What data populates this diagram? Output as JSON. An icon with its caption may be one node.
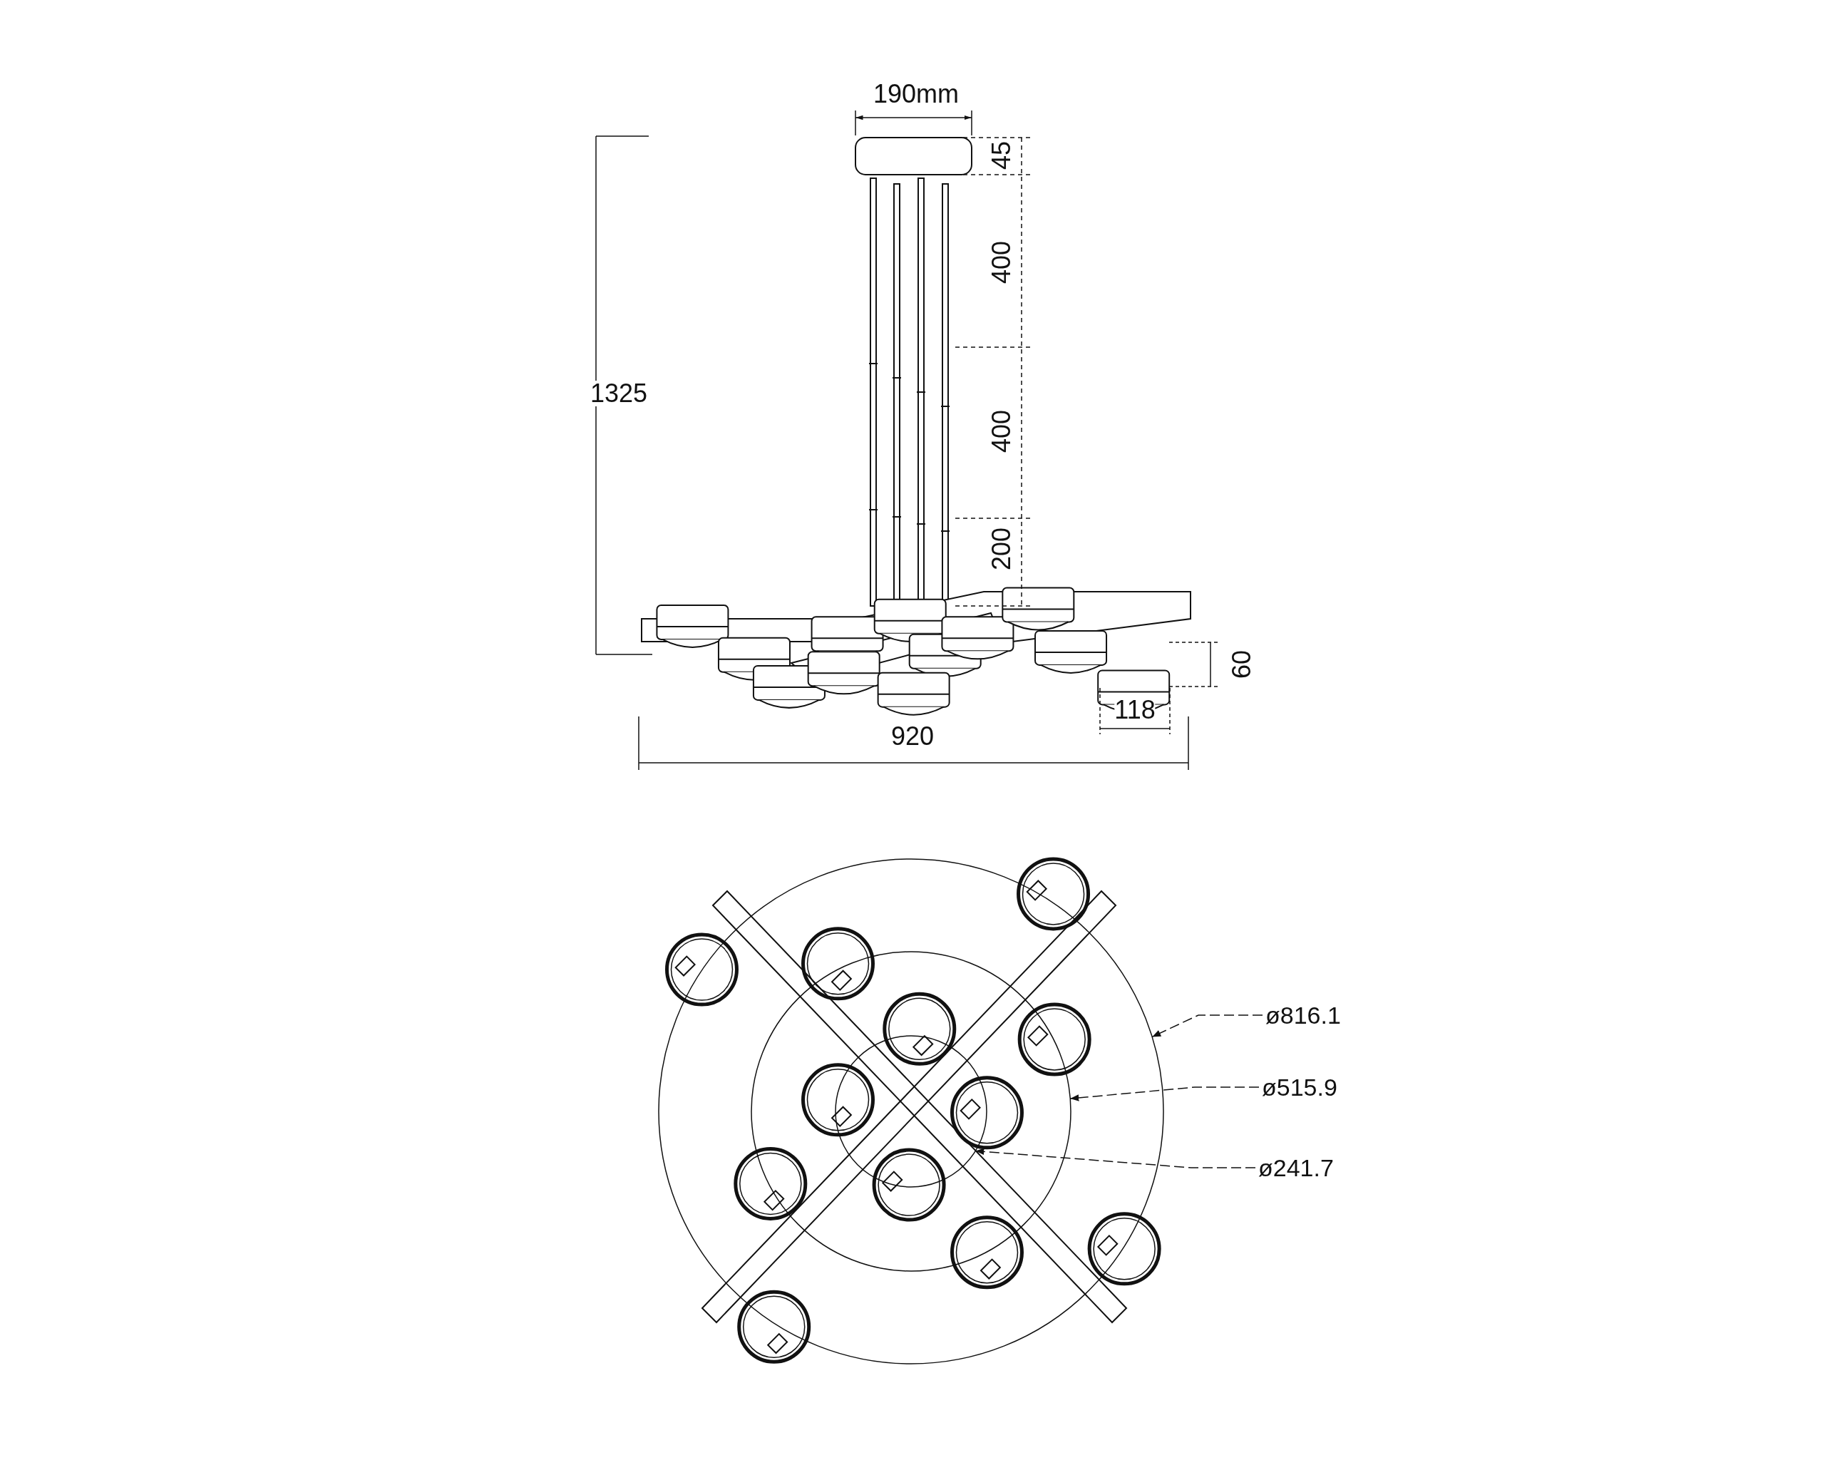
{
  "diagram": {
    "nodes": [
      {
        "text": [
          "ø816.1"
        ]
      },
      {
        "text": [
          "ø515.9"
        ]
      },
      {
        "text": [
          "ø241.7"
        ]
      },
      {
        "text": [],
        "shape": "circle"
      },
      {
        "text": [],
        "shape": "circle",
        "in": 3
      },
      {
        "text": [],
        "shape": "circle",
        "in": 4
      }
    ],
    "edges": [
      {
        "from": 0,
        "to": 3,
        "arrow": "to",
        "style": "dashed"
      },
      {
        "from": 1,
        "to": 4,
        "arrow": "to",
        "style": "dashed"
      },
      {
        "from": 2,
        "to": 5,
        "arrow": "to",
        "style": "dashed"
      }
    ],
    "labels": [
      "190mm",
      "45",
      "400",
      "400",
      "200",
      "1325",
      "60",
      "118",
      "920"
    ]
  }
}
